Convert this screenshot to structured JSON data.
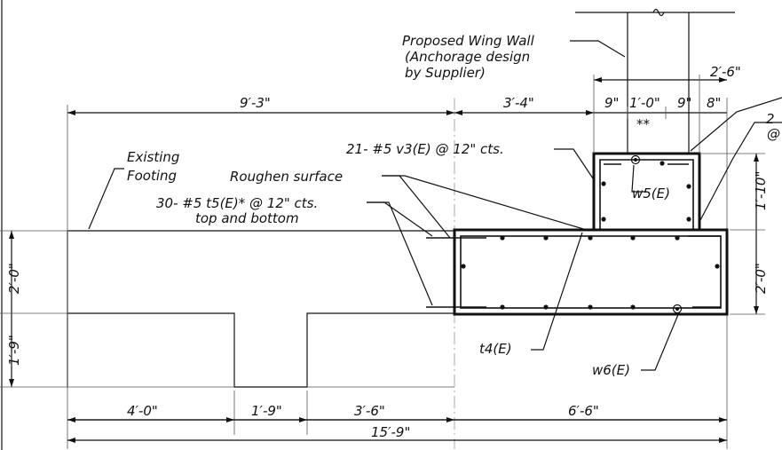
{
  "labels": {
    "proposed_wing_wall": "Proposed Wing Wall",
    "anchorage_1": "(Anchorage design",
    "anchorage_2": "by Supplier)",
    "existing_1": "Existing",
    "existing_2": "Footing",
    "roughen": "Roughen surface",
    "v3_bars": "21- #5 v3(E) @ 12\" cts.",
    "t5_bars": "30- #5 t5(E)* @ 12\" cts.",
    "t5_bars_2": "top and bottom",
    "w5": "w5(E)",
    "w6": "w6(E)",
    "t4": "t4(E)",
    "double_star": "**",
    "cut_right_1": "2",
    "cut_right_2": "@"
  },
  "dimensions": {
    "overall_wall": "2′-6\"",
    "top_left": "9′-3\"",
    "top_mid": "3′-4\"",
    "wall_9a": "9\"",
    "wall_1_0": "1′-0\"",
    "wall_9b": "9\"",
    "wall_8": "8\"",
    "left_2_0": "2′-0\"",
    "left_1_9": "1′-9\"",
    "right_1_10": "1′-10\"",
    "right_2_0": "2′-0\"",
    "bot_4_0": "4′-0\"",
    "bot_1_9": "1′-9\"",
    "bot_3_6": "3′-6\"",
    "bot_6_6": "6′-6\"",
    "bot_total": "15′-9\""
  }
}
